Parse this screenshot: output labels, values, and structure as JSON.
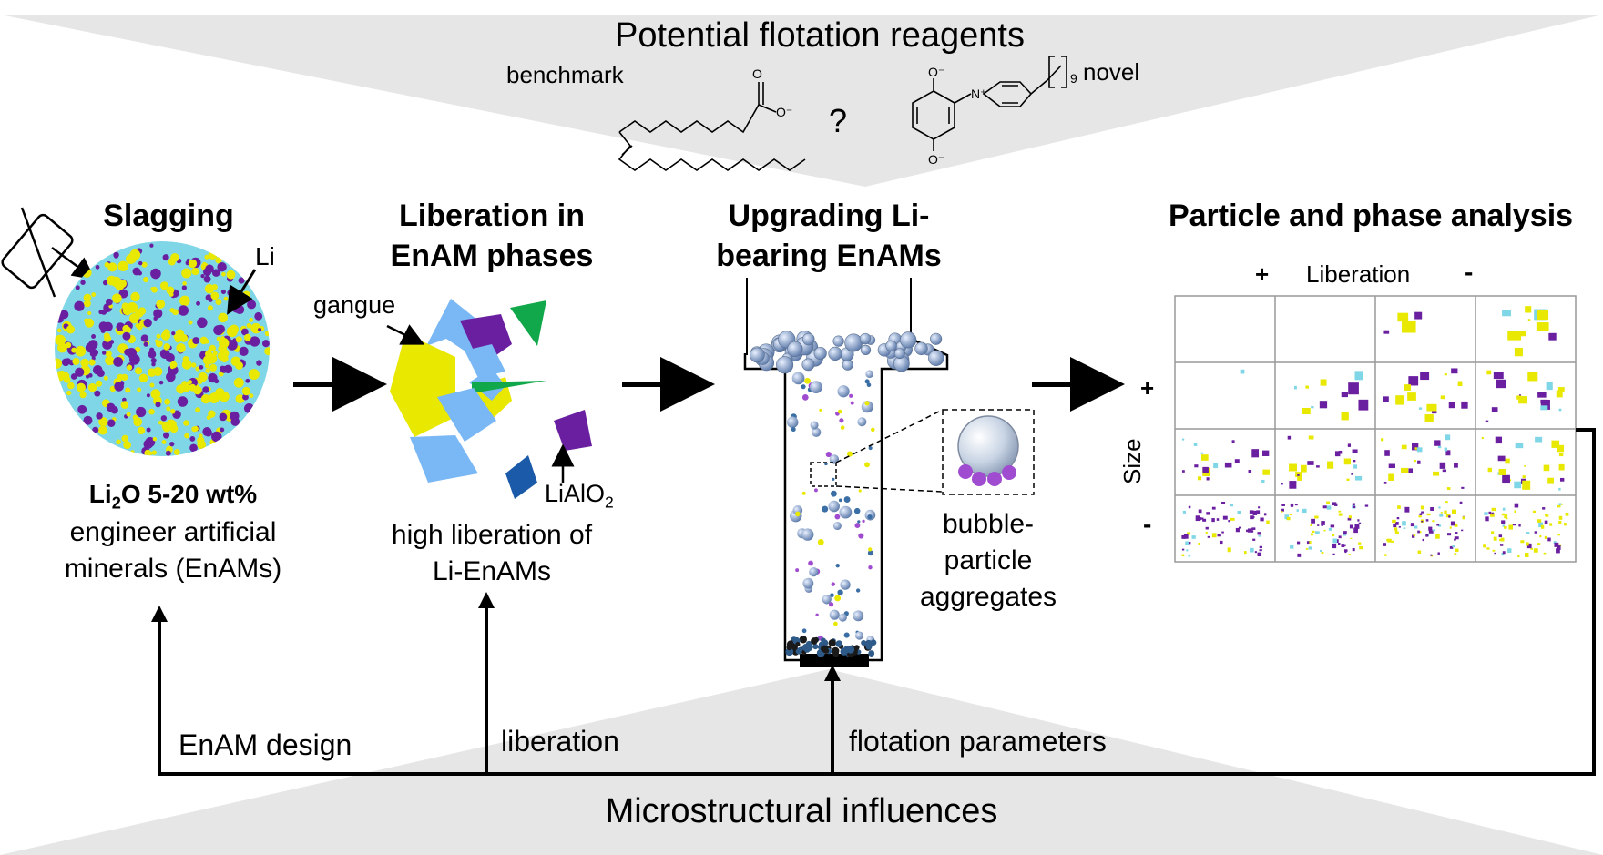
{
  "top_banner": {
    "title": "Potential flotation reagents",
    "left_label": "benchmark",
    "question": "?",
    "right_label": "novel",
    "chain_subscript": "9"
  },
  "bottom_banner": {
    "title": "Microstructural influences"
  },
  "colors": {
    "banner": "#e6e6e6",
    "purple": "#6a1fa0",
    "yellow": "#e8e800",
    "cyan": "#7fd6e6",
    "lightblue": "#7ab8f5",
    "green": "#10a84a",
    "darkblue": "#1a5aa8",
    "bubble": "#c8d4e4"
  },
  "stages": [
    {
      "title": "Slagging",
      "annotation": "Li",
      "formula_prefix": "Li",
      "formula_sub": "2",
      "formula_suffix": "O 5-20 wt%",
      "caption_line1": "engineer artificial",
      "caption_line2": "minerals (EnAMs)",
      "icon": "battery-crossed-icon"
    },
    {
      "title_line1": "Liberation in",
      "title_line2": "EnAM phases",
      "annotation_top": "gangue",
      "annotation_bottom_prefix": "LiAlO",
      "annotation_bottom_sub": "2",
      "caption_line1": "high liberation of",
      "caption_line2": "Li-EnAMs"
    },
    {
      "title_line1": "Upgrading Li-",
      "title_line2": "bearing EnAMs",
      "inset_line1": "bubble-",
      "inset_line2": "particle",
      "inset_line3": "aggregates"
    },
    {
      "title": "Particle and phase analysis",
      "liberation_label": "Liberation",
      "size_label": "Size",
      "plus": "+",
      "minus": "-"
    }
  ],
  "feedback": {
    "label1": "EnAM design",
    "label2": "liberation",
    "label3": "flotation parameters"
  }
}
